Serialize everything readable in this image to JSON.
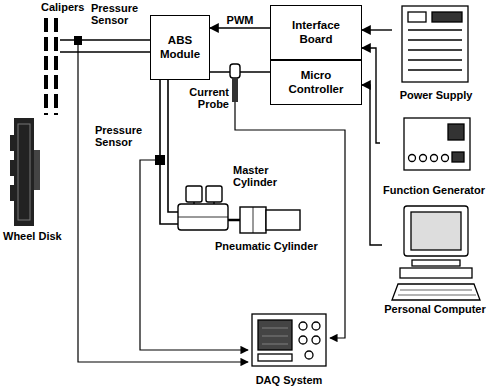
{
  "diagram": {
    "nodes": [
      {
        "text": [
          "ABS Module"
        ]
      },
      {
        "text": [
          "Interface Board"
        ]
      },
      {
        "text": [
          "Micro Controller"
        ]
      },
      {
        "text": [
          "Power Supply"
        ]
      },
      {
        "text": [
          "Function Generator"
        ]
      },
      {
        "text": [
          "Personal Computer"
        ]
      },
      {
        "text": [
          "DAQ System"
        ]
      }
    ],
    "edges": [
      {
        "from": 1,
        "to": 0,
        "label": "PWM",
        "arrow": "to"
      },
      {
        "from": 3,
        "to": 1,
        "arrow": "to"
      },
      {
        "from": 4,
        "to": 1,
        "arrow": "to"
      },
      {
        "from": 5,
        "to": 2,
        "arrow": "to"
      }
    ],
    "labels": [
      "Calipers",
      "Pressure Sensor",
      "Current Probe",
      "Pressure Sensor",
      "Master Cylinder",
      "Pneumatic Cylinder",
      "Wheel Disk"
    ]
  }
}
